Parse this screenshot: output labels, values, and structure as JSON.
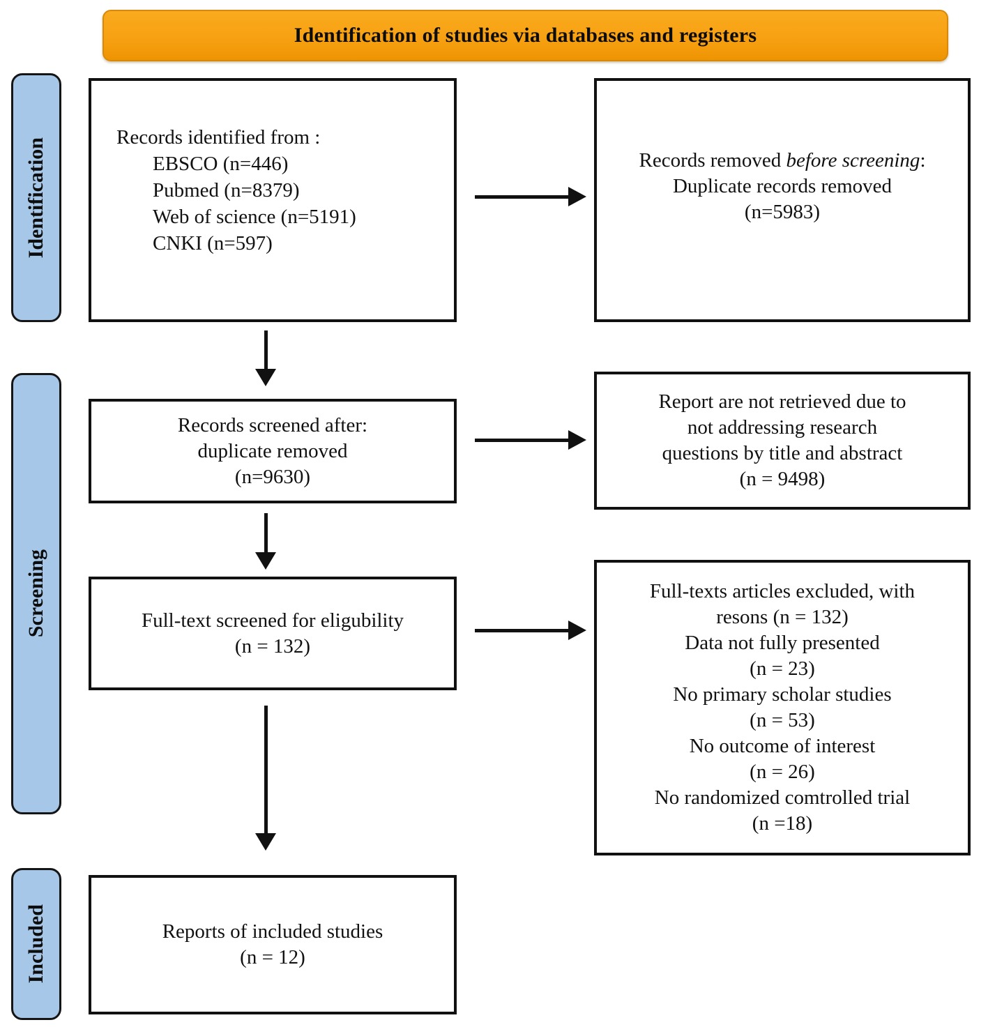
{
  "banner": {
    "title": "Identification of studies via databases and registers"
  },
  "colors": {
    "banner_fill": "#F7A112",
    "banner_border": "#D8890B",
    "stage_fill": "#A6C7E8",
    "box_border": "#111111",
    "arrow": "#111111"
  },
  "stages": [
    {
      "label": "Identification"
    },
    {
      "label": "Screening"
    },
    {
      "label": "Included"
    }
  ],
  "boxes": {
    "records_identified": {
      "lines": [
        "Records identified from :",
        "EBSCO (n=446)",
        "Pubmed (n=8379)",
        "Web of science (n=5191)",
        "CNKI (n=597)"
      ]
    },
    "records_removed": {
      "line1_regular": "Records removed ",
      "line1_italic": "before screening",
      "line1_suffix": ":",
      "lines": [
        "Duplicate records removed",
        "(n=5983)"
      ]
    },
    "records_screened": {
      "lines": [
        "Records screened after:",
        "duplicate removed",
        "(n=9630)"
      ]
    },
    "reports_not_retrieved": {
      "lines": [
        "Report are not retrieved due to",
        "not addressing research",
        "questions by title and abstract",
        "(n = 9498)"
      ]
    },
    "fulltext_screened": {
      "lines": [
        "Full-text screened for eligubility",
        "(n = 132)"
      ]
    },
    "fulltext_excluded": {
      "lines": [
        "Full-texts articles excluded, with",
        "resons (n = 132)",
        "Data not fully presented",
        "(n = 23)",
        "No primary scholar studies",
        "(n = 53)",
        "No outcome of interest",
        "(n = 26)",
        "No randomized comtrolled trial",
        "(n =18)"
      ]
    },
    "included_reports": {
      "lines": [
        "Reports of included studies",
        "(n = 12)"
      ]
    }
  }
}
